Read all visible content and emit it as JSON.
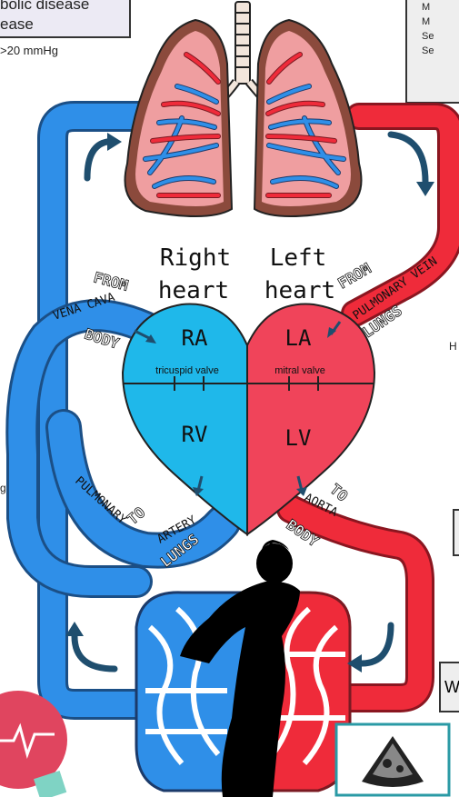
{
  "top_left_box": {
    "lines": [
      "bolic disease",
      "ease"
    ]
  },
  "pressure_note": ">20 mmHg",
  "top_right_box": {
    "bullets": [
      "M",
      "M",
      "Se",
      "Se"
    ]
  },
  "fragments": {
    "hr": "H",
    "g": "g",
    "w": "W"
  },
  "headings": {
    "right_heart": [
      "Right",
      "heart"
    ],
    "left_heart": [
      "Left",
      "heart"
    ]
  },
  "chambers": {
    "ra": "RA",
    "la": "LA",
    "rv": "RV",
    "lv": "LV"
  },
  "valves": {
    "tricuspid": "tricuspid valve",
    "mitral": "mitral valve"
  },
  "vessel_labels": {
    "vena_cava": "VENA CAVA",
    "pulmonary_vein": "PULMONARY VEIN",
    "pulmonary_artery": "PULMONARY ARTERY",
    "aorta": "AORTA"
  },
  "direction_labels": {
    "from_body": [
      "FROM",
      "BODY"
    ],
    "from_lungs": [
      "FROM",
      "LUNGS"
    ],
    "to_lungs": [
      "TO",
      "LUNGS"
    ],
    "to_body": [
      "TO",
      "BODY"
    ]
  },
  "colors": {
    "deoxygenated": "#2f8fe8",
    "oxygenated": "#ef2b3a",
    "right_heart_fill": "#1fb8ea",
    "left_heart_fill": "#f0445a",
    "lung_tissue": "#ef9ea0",
    "lung_outline": "#8b4a3c",
    "arrow": "#1f4e6e",
    "accent_pink": "#e0455f"
  }
}
